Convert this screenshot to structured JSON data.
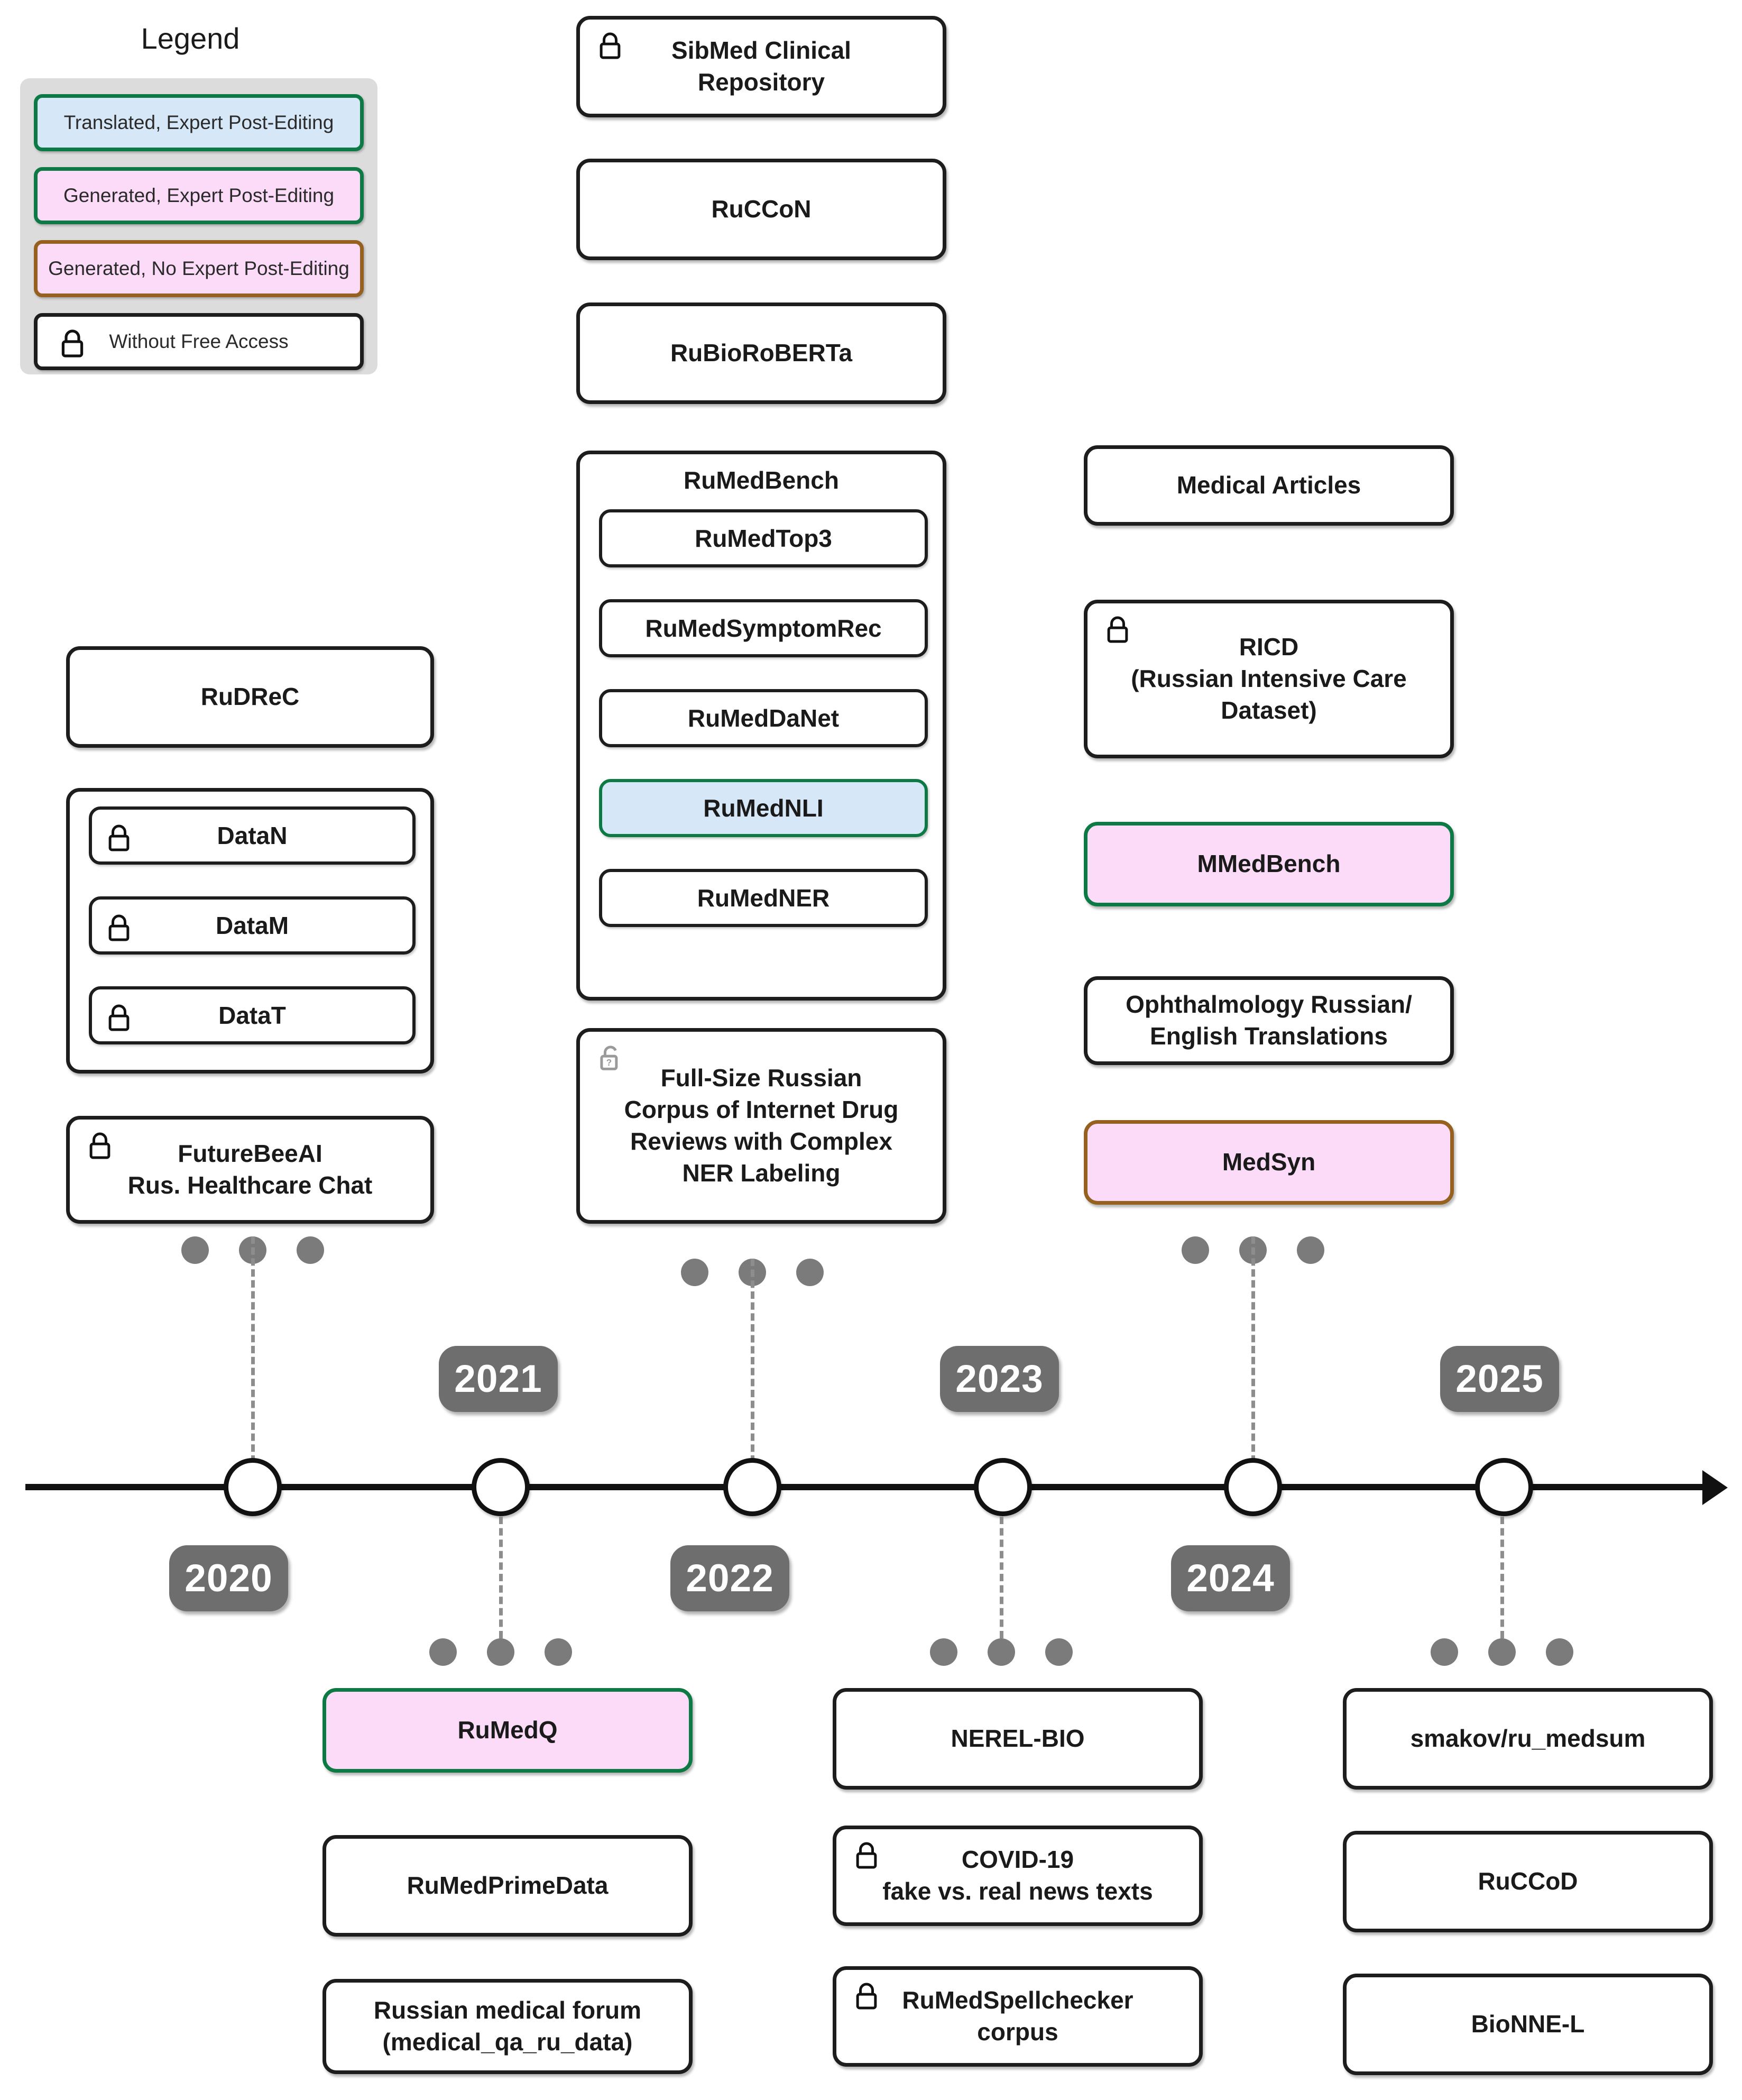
{
  "legend": {
    "title": "Legend",
    "items": [
      {
        "label": "Translated, Expert Post-Editing",
        "style": "blue",
        "locked": false
      },
      {
        "label": "Generated, Expert Post-Editing",
        "style": "pink-green",
        "locked": false
      },
      {
        "label": "Generated, No Expert Post-Editing",
        "style": "pink-brown",
        "locked": false
      },
      {
        "label": "Without Free Access",
        "style": "plain",
        "locked": true
      }
    ],
    "colors": {
      "green_border": "#0d7a46",
      "brown_border": "#96601e",
      "blue_fill": "#d6e8f8",
      "pink_fill": "#fbdbf7",
      "panel_bg": "#dcdcdc",
      "year_pill": "#6e6e6e",
      "dot_gray": "#7b7b7b",
      "outline": "#1d1d1d"
    }
  },
  "timeline": {
    "years": [
      "2020",
      "2021",
      "2022",
      "2023",
      "2024",
      "2025"
    ],
    "marker_positions": [
      "above",
      "below",
      "above",
      "below",
      "above",
      "below"
    ],
    "arrow_direction": "right"
  },
  "columns": {
    "y2020": {
      "year": "2020",
      "side": "above",
      "nodes": [
        {
          "label": "RuDReC",
          "locked": false,
          "style": "plain"
        },
        {
          "label": "",
          "style": "group",
          "group_title": "",
          "children": [
            {
              "label": "DataN",
              "locked": true
            },
            {
              "label": "DataM",
              "locked": true
            },
            {
              "label": "DataT",
              "locked": true
            }
          ]
        },
        {
          "label": "FutureBeeAI\nRus. Healthcare Chat",
          "locked": true,
          "style": "plain"
        }
      ]
    },
    "y2021": {
      "year": "2021",
      "side": "below",
      "nodes": [
        {
          "label": "RuMedQ",
          "locked": false,
          "style": "pink-green"
        },
        {
          "label": "RuMedPrimeData",
          "locked": false,
          "style": "plain"
        },
        {
          "label": "Russian medical forum\n(medical_qa_ru_data)",
          "locked": false,
          "style": "plain"
        }
      ]
    },
    "y2022": {
      "year": "2022",
      "side": "above",
      "nodes": [
        {
          "label": "SibMed Clinical\nRepository",
          "locked": true,
          "style": "plain"
        },
        {
          "label": "RuCCoN",
          "locked": false,
          "style": "plain"
        },
        {
          "label": "RuBioRoBERTa",
          "locked": false,
          "style": "plain"
        },
        {
          "label": "",
          "style": "group",
          "group_title": "RuMedBench",
          "children": [
            {
              "label": "RuMedTop3",
              "style": "plain"
            },
            {
              "label": "RuMedSymptomRec",
              "style": "plain"
            },
            {
              "label": "RuMedDaNet",
              "style": "plain"
            },
            {
              "label": "RuMedNLI",
              "style": "blue"
            },
            {
              "label": "RuMedNER",
              "style": "plain"
            }
          ]
        },
        {
          "label": "Full-Size Russian\nCorpus of Internet Drug\nReviews with Complex\nNER Labeling",
          "locked": "unknown",
          "style": "plain"
        }
      ]
    },
    "y2023": {
      "year": "2023",
      "side": "below",
      "nodes": [
        {
          "label": "NEREL-BIO",
          "locked": false,
          "style": "plain"
        },
        {
          "label": "COVID-19\nfake vs. real news texts",
          "locked": true,
          "style": "plain"
        },
        {
          "label": "RuMedSpellchecker\ncorpus",
          "locked": true,
          "style": "plain"
        }
      ]
    },
    "y2024": {
      "year": "2024",
      "side": "above",
      "nodes": [
        {
          "label": "Medical Articles",
          "locked": false,
          "style": "plain"
        },
        {
          "label": "RICD\n(Russian Intensive Care\nDataset)",
          "locked": true,
          "style": "plain"
        },
        {
          "label": "MMedBench",
          "locked": false,
          "style": "pink-green"
        },
        {
          "label": "Ophthalmology Russian/\nEnglish Translations",
          "locked": false,
          "style": "plain"
        },
        {
          "label": "MedSyn",
          "locked": false,
          "style": "pink-brown"
        }
      ]
    },
    "y2025": {
      "year": "2025",
      "side": "below",
      "nodes": [
        {
          "label": "smakov/ru_medsum",
          "locked": false,
          "style": "plain"
        },
        {
          "label": "RuCCoD",
          "locked": false,
          "style": "plain"
        },
        {
          "label": "BioNNE-L",
          "locked": false,
          "style": "plain"
        }
      ]
    }
  },
  "labels": {
    "rudrec": "RuDReC",
    "datan": "DataN",
    "datam": "DataM",
    "datat": "DataT",
    "futurebee_l1": "FutureBeeAI",
    "futurebee_l2": "Rus. Healthcare Chat",
    "sibmed_l1": "SibMed Clinical",
    "sibmed_l2": "Repository",
    "ruccon": "RuCCoN",
    "rubioroberta": "RuBioRoBERTa",
    "rumedbench": "RuMedBench",
    "rumedtop3": "RuMedTop3",
    "rumedsymptomrec": "RuMedSymptomRec",
    "rumeddanet": "RuMedDaNet",
    "rumednli": "RuMedNLI",
    "rumedner": "RuMedNER",
    "fullsize_l1": "Full-Size Russian",
    "fullsize_l2": "Corpus of Internet Drug",
    "fullsize_l3": "Reviews with Complex",
    "fullsize_l4": "NER Labeling",
    "medical_articles": "Medical Articles",
    "ricd_l1": "RICD",
    "ricd_l2": "(Russian Intensive Care",
    "ricd_l3": "Dataset)",
    "mmedbench": "MMedBench",
    "ophthalmology_l1": "Ophthalmology Russian/",
    "ophthalmology_l2": "English Translations",
    "medsyn": "MedSyn",
    "rumedq": "RuMedQ",
    "rumedprimedata": "RuMedPrimeData",
    "rusforum_l1": "Russian medical forum",
    "rusforum_l2": "(medical_qa_ru_data)",
    "nerelbio": "NEREL-BIO",
    "covid_l1": "COVID-19",
    "covid_l2": "fake vs. real news texts",
    "spellchecker_l1": "RuMedSpellchecker",
    "spellchecker_l2": "corpus",
    "smakov": "smakov/ru_medsum",
    "ruccod": "RuCCoD",
    "bionnel": "BioNNE-L"
  },
  "icons": {
    "lock": "lock-closed-icon",
    "lock_unknown": "lock-open-question-icon"
  }
}
